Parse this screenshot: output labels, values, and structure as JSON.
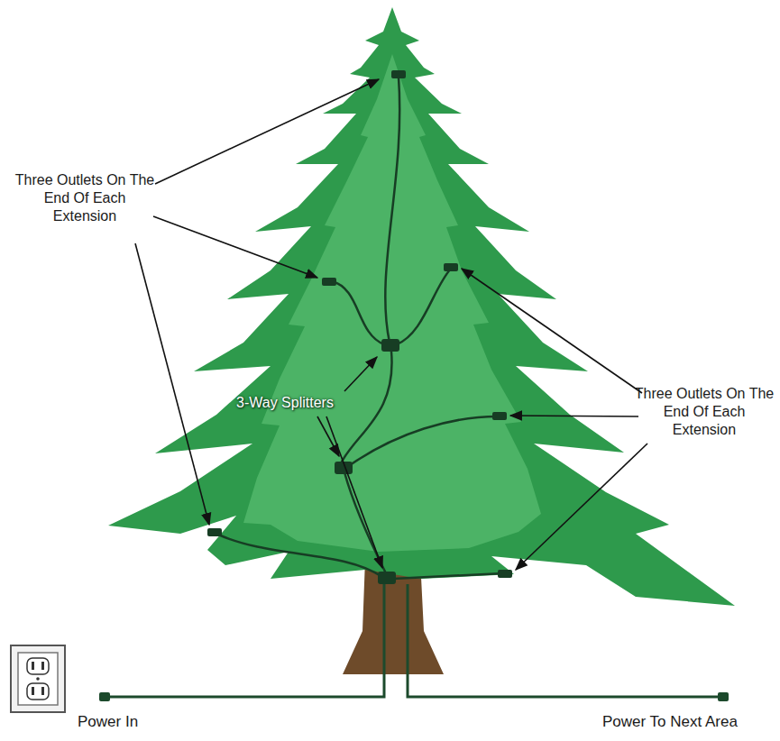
{
  "diagram": {
    "labels": [
      "Three Outlets On The End Of Each Extension",
      "3-Way Splitters",
      "Three Outlets On The End Of Each Extension",
      "Power In",
      "Power To Next Area"
    ]
  }
}
